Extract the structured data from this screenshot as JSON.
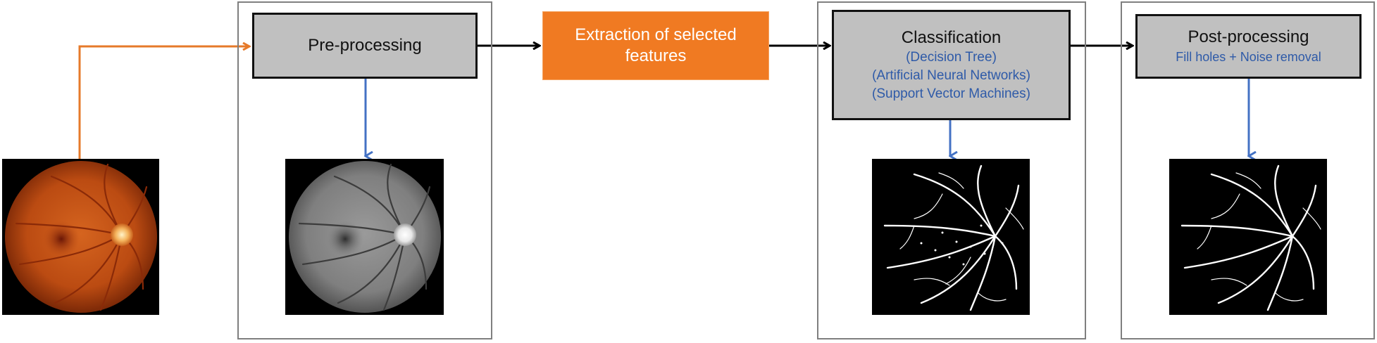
{
  "steps": {
    "preprocess": {
      "label": "Pre-processing"
    },
    "extraction": {
      "line1": "Extraction of selected",
      "line2": "features"
    },
    "classification": {
      "label": "Classification",
      "methods": [
        "(Decision Tree)",
        "(Artificial Neural Networks)",
        "(Support Vector Machines)"
      ]
    },
    "postprocess": {
      "label": "Post-processing",
      "detail": "Fill holes + Noise removal"
    }
  },
  "colors": {
    "gray_box": "#c0c0c0",
    "orange_box": "#f07a22",
    "orange_arrow": "#e67a2a",
    "blue_arrow": "#4472c4",
    "black_arrow": "#000000",
    "blue_text": "#2e5aa8",
    "panel_border": "#7f7f7f"
  },
  "images": {
    "input": "color-fundus-image",
    "preprocessed": "grayscale-fundus-image",
    "classified": "vessel-segmentation-map",
    "postprocessed": "cleaned-vessel-map"
  }
}
